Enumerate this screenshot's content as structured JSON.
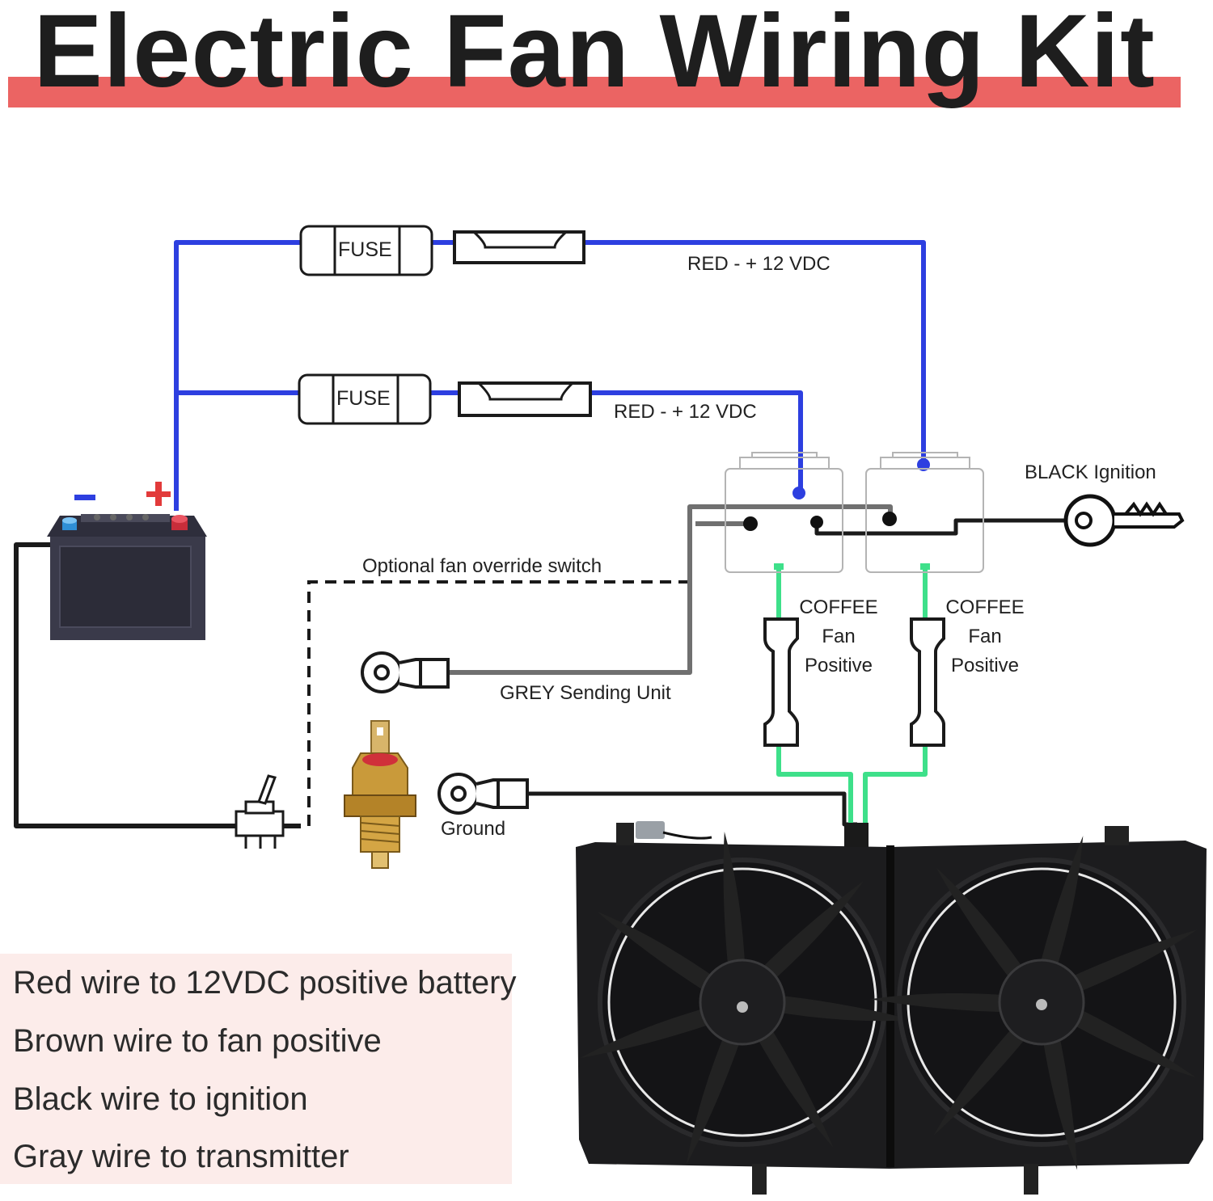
{
  "title": "Electric Fan Wiring Kit",
  "labels": {
    "fuse_top": "FUSE",
    "fuse_mid": "FUSE",
    "red_top": "RED - + 12 VDC",
    "red_mid": "RED - + 12 VDC",
    "black_ignition": "BLACK Ignition",
    "override": "Optional fan override switch",
    "grey_sending": "GREY Sending Unit",
    "ground": "Ground",
    "battery_minus": "-",
    "battery_plus": "+",
    "coffee_left": [
      "COFFEE",
      "Fan",
      "Positive"
    ],
    "coffee_right": [
      "COFFEE",
      "Fan",
      "Positive"
    ]
  },
  "legend": [
    "Red wire to 12VDC positive battery",
    "Brown wire to fan positive",
    "Black wire to ignition",
    "Gray wire to transmitter"
  ],
  "colors": {
    "wire_red_shown": "#2d3fe0",
    "wire_grey": "#707070",
    "wire_black": "#1a1a1a",
    "wire_fan": "#3ee08a",
    "title_bar": "#eb6463",
    "legend_bg": "#fcecea"
  },
  "icons": [
    "battery-icon",
    "fuse-icon",
    "relay-icon",
    "ignition-key-icon",
    "toggle-switch-icon",
    "temperature-sensor-icon",
    "ring-terminal-icon",
    "dual-fan-icon"
  ]
}
